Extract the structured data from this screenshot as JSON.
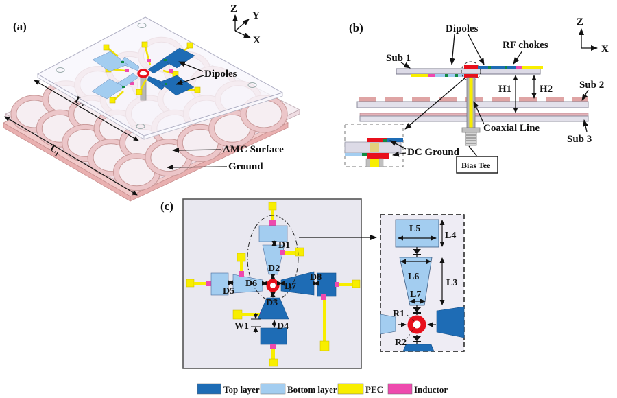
{
  "colors": {
    "top_layer_blue": "#1e6cb5",
    "bottom_layer_blue": "#a3cdf0",
    "pec_yellow": "#f8ee00",
    "inductor_magenta": "#ee4aae",
    "feed_red": "#e8101c",
    "amc_ring_pink": "#d99c9c",
    "substrate_gray": "#dcdae6",
    "green_via": "#128a43"
  },
  "figure": {
    "panel_a": {
      "label": "(a)",
      "axis_z": "Z",
      "axis_y": "Y",
      "axis_x": "X",
      "dipoles": "Dipoles",
      "amc_surface": "AMC Surface",
      "ground": "Ground",
      "l1_base": "L",
      "l1_sub": "1",
      "l2_base": "L",
      "l2_sub": "2",
      "amc_grid": {
        "rows": 5,
        "cols": 5
      }
    },
    "panel_b": {
      "label": "(b)",
      "axis_z": "Z",
      "axis_x": "X",
      "dipoles": "Dipoles",
      "rf_chokes": "RF chokes",
      "sub1": "Sub 1",
      "sub2": "Sub 2",
      "sub3": "Sub 3",
      "h1": "H1",
      "h2": "H2",
      "coaxial": "Coaxial Line",
      "dc_ground": "DC Ground",
      "bias_tee": "Bias Tee"
    },
    "panel_c": {
      "label": "(c)",
      "dims": {
        "d1": "D1",
        "d2": "D2",
        "d3": "D3",
        "d4": "D4",
        "d5": "D5",
        "d6": "D6",
        "d7": "D7",
        "d8": "D8",
        "w1": "W1"
      },
      "detail": {
        "l3": "L3",
        "l4": "L4",
        "l5": "L5",
        "l6": "L6",
        "l7": "L7",
        "r1": "R1",
        "r2": "R2"
      }
    },
    "legend": {
      "items": [
        {
          "label": "Top layer",
          "color": "#1e6cb5"
        },
        {
          "label": "Bottom layer",
          "color": "#a3cdf0"
        },
        {
          "label": "PEC",
          "color": "#f8ee00"
        },
        {
          "label": "Inductor",
          "color": "#ee4aae"
        }
      ]
    }
  }
}
